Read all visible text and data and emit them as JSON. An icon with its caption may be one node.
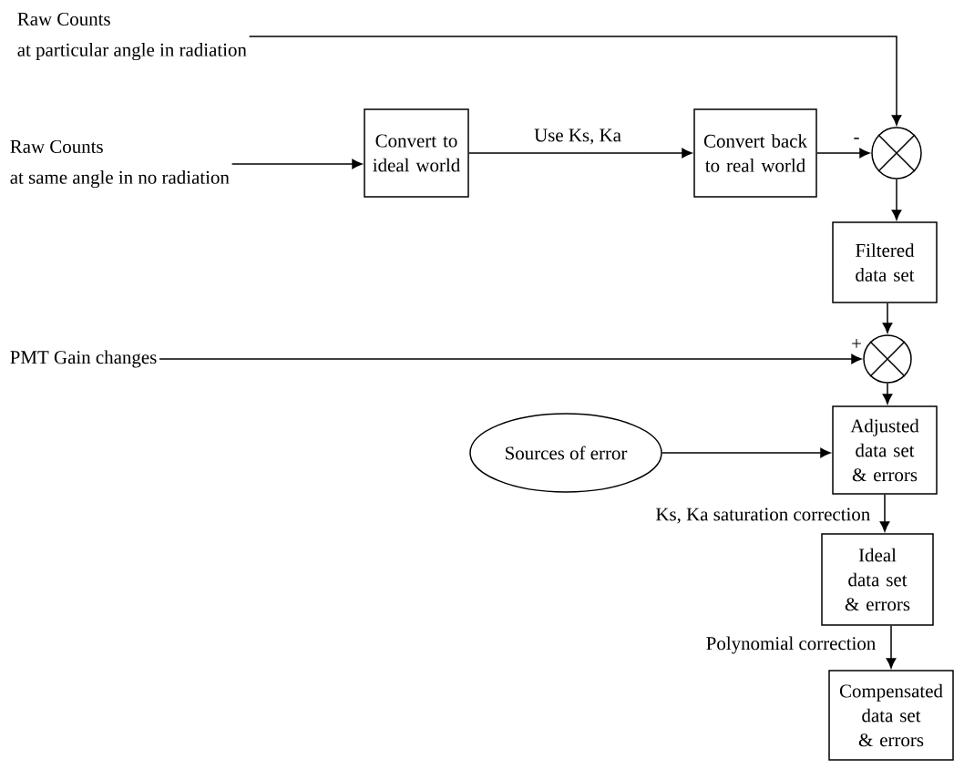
{
  "diagram": {
    "nodes": [
      {
        "text": [
          "Raw Counts",
          "at particular angle in radiation"
        ]
      },
      {
        "text": [
          "Raw Counts",
          "at same angle in no radiation"
        ]
      },
      {
        "text": [
          "Convert to ideal world"
        ]
      },
      {
        "text": [
          "Convert back to real world"
        ]
      },
      {
        "text": [],
        "shape": "circle"
      },
      {
        "text": [
          "Filtered data set"
        ]
      },
      {
        "text": [],
        "shape": "circle"
      },
      {
        "text": [
          "PMT Gain changes"
        ]
      },
      {
        "text": [
          "Adjusted data set & errors"
        ]
      },
      {
        "text": [
          "Sources of error"
        ]
      },
      {
        "text": [
          "Ideal data set & errors"
        ]
      },
      {
        "text": [
          "Compensated data set & errors"
        ]
      }
    ],
    "edges": [
      {
        "from": 0,
        "to": 4,
        "arrow": "to"
      },
      {
        "from": 1,
        "to": 2,
        "arrow": "to"
      },
      {
        "from": 2,
        "to": 3,
        "arrow": "to",
        "label": "Use Ks, Ka"
      },
      {
        "from": 3,
        "to": 4,
        "arrow": "to",
        "label": "-"
      },
      {
        "from": 4,
        "to": 5,
        "arrow": "to"
      },
      {
        "from": 5,
        "to": 6,
        "arrow": "to"
      },
      {
        "from": 7,
        "to": 6,
        "arrow": "to",
        "label": "+"
      },
      {
        "from": 6,
        "to": 8,
        "arrow": "to"
      },
      {
        "from": 9,
        "to": 8,
        "arrow": "to"
      },
      {
        "from": 8,
        "to": 10,
        "arrow": "to",
        "label": "Ks, Ka saturation correction"
      },
      {
        "from": 10,
        "to": 11,
        "arrow": "to",
        "label": "Polynomial correction"
      }
    ]
  }
}
